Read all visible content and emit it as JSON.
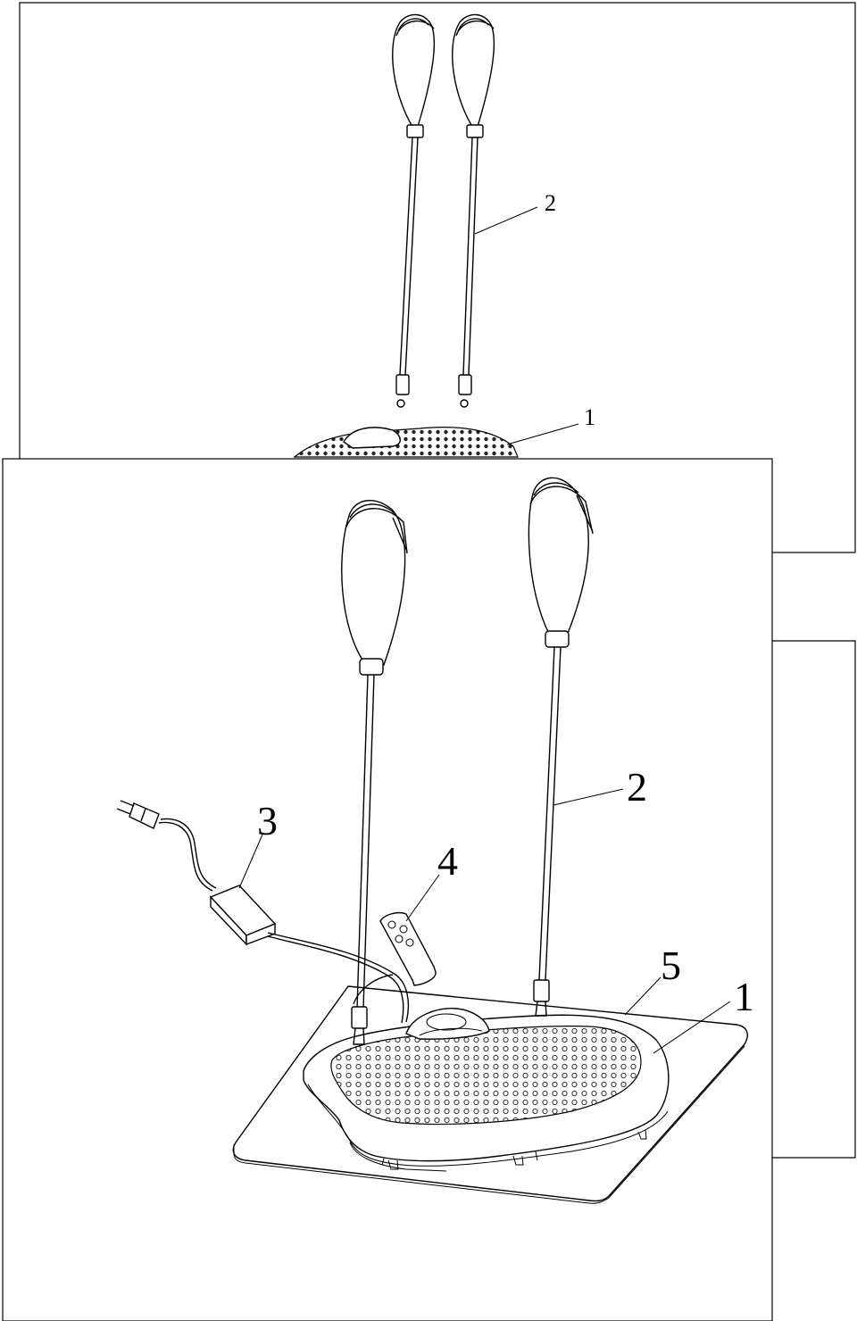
{
  "figure": {
    "top_view": {
      "labels": {
        "handle": "2",
        "base": "1"
      }
    },
    "front_view": {
      "labels": {
        "handle": "2",
        "adapter": "3",
        "remote": "4",
        "mat": "5",
        "base": "1"
      }
    }
  },
  "colors": {
    "line": "#000000",
    "paper": "#ffffff",
    "texture": "#333333"
  }
}
